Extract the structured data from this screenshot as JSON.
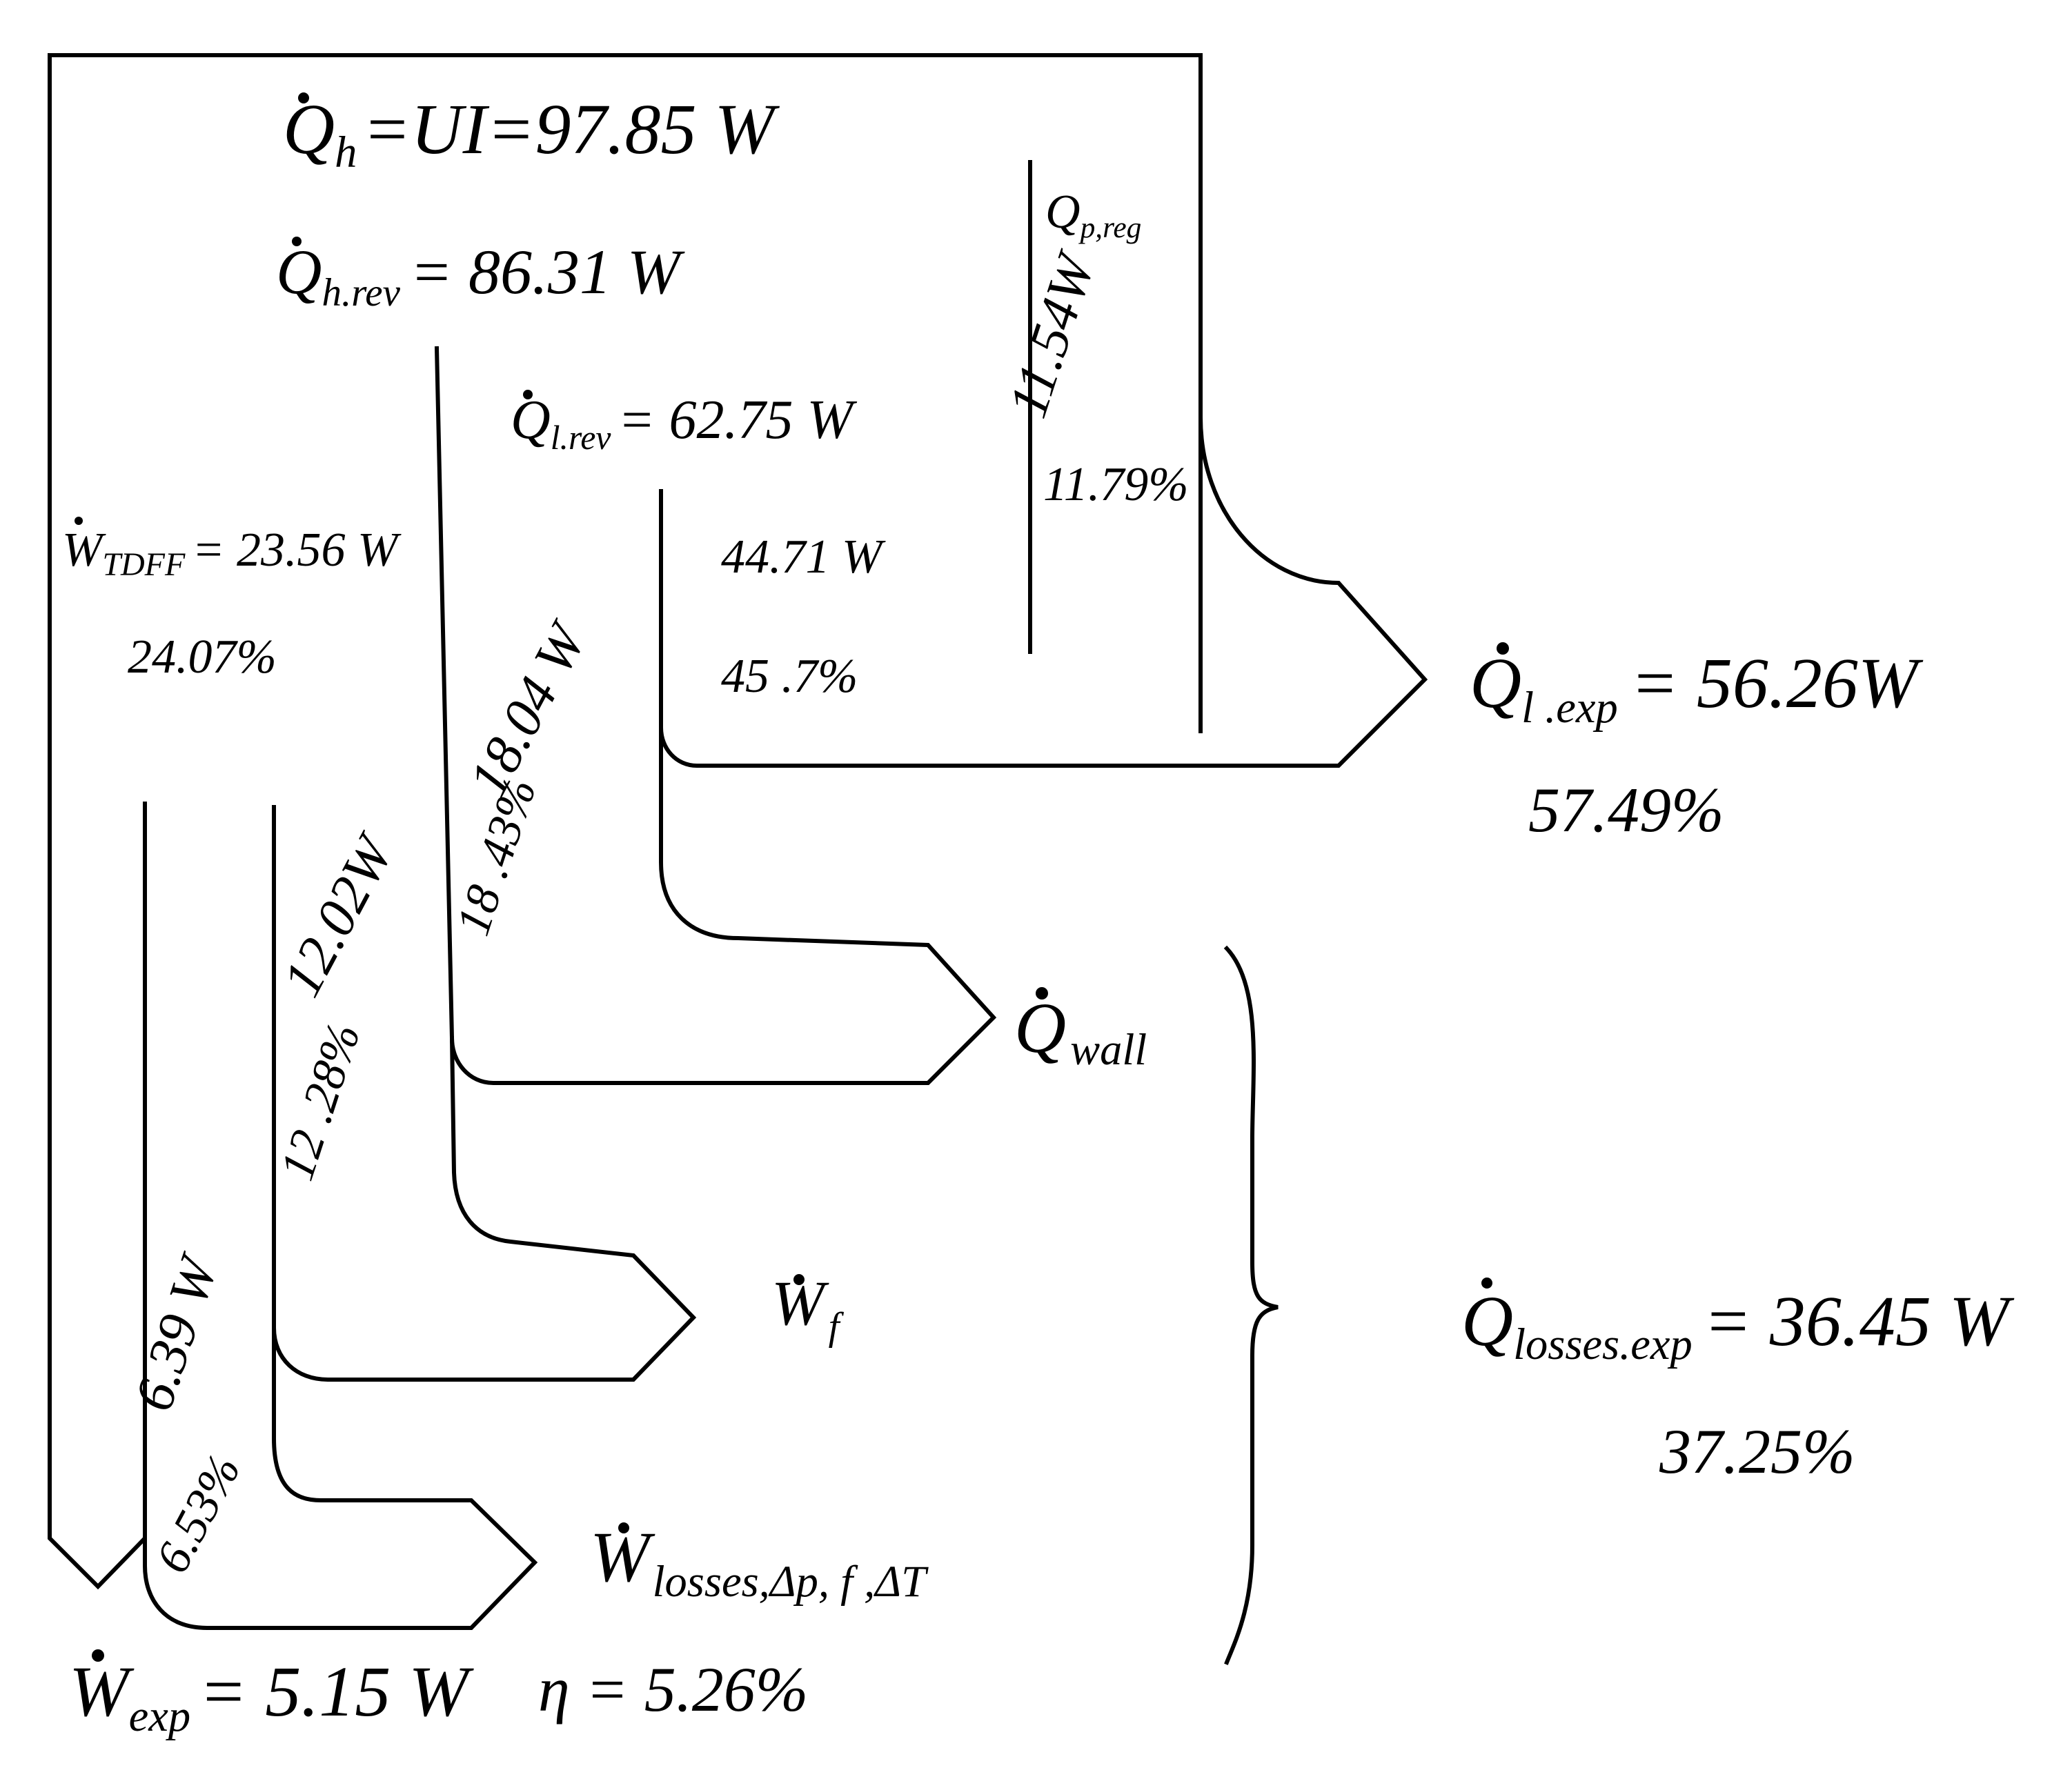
{
  "labels": {
    "q_h_main": "Q",
    "q_h_sub": "h",
    "q_h_rest": "=UI=97.85 W",
    "q_hrev_main": "Q",
    "q_hrev_sub": "h.rev",
    "q_hrev_rest": "= 86.31 W",
    "q_lrev_main": "Q",
    "q_lrev_sub": "l.rev",
    "q_lrev_rest": "= 62.75 W",
    "q_preg_main": "Q",
    "q_preg_sub": "p,reg",
    "v_1154": "11.54W",
    "p_1179": "11.79%",
    "w_tdff_main": "W",
    "w_tdff_sub": "TDFF",
    "w_tdff_rest": "= 23.56 W",
    "p_2407": "24.07%",
    "v_4471": "44.71 W",
    "p_457": "45 .7%",
    "v_1804": "18.04 W",
    "p_1843": "18 .43%",
    "v_1202": "12.02W",
    "p_1228": "12 .28%",
    "v_639": "6.39 W",
    "p_653": "6.53%",
    "q_lexp_main": "Q",
    "q_lexp_sub": "l .exp",
    "q_lexp_rest": "= 56.26W",
    "p_5749": "57.49%",
    "q_wall_main": "Q",
    "q_wall_sub": "wall",
    "w_f_main": "W",
    "w_f_sub": "f",
    "w_losses_main": "W",
    "w_losses_sub": "losses,Δp, f ,ΔT",
    "q_losses_main": "Q",
    "q_losses_sub": "losses.exp",
    "q_losses_rest": "= 36.45 W",
    "p_3725": "37.25%",
    "w_exp_main": "W",
    "w_exp_sub": "exp",
    "w_exp_rest": "= 5.15 W",
    "eta": "η = 5.26%"
  }
}
